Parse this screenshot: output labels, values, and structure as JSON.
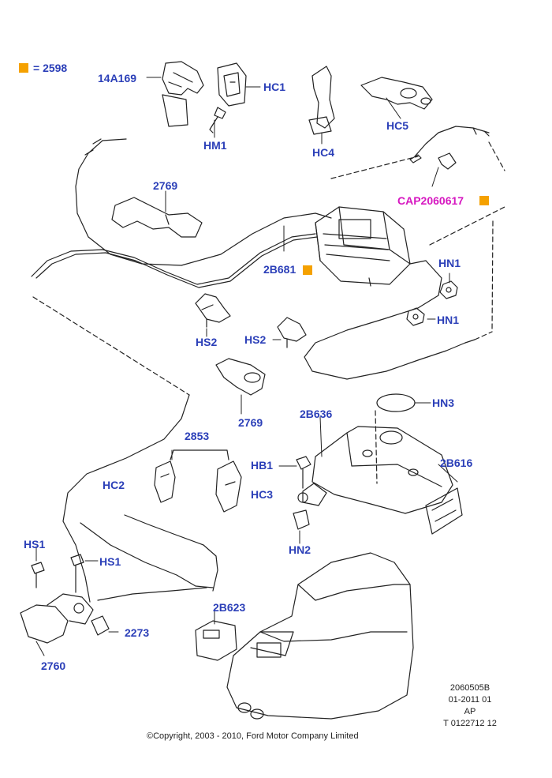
{
  "legend": {
    "marker_color": "#f5a100",
    "text": "= 2598"
  },
  "labels": {
    "l14A169": "14A169",
    "hc1": "HC1",
    "hm1": "HM1",
    "hc4": "HC4",
    "hc5": "HC5",
    "l2769a": "2769",
    "cap": "CAP2060617",
    "l2B681": "2B681",
    "hn1a": "HN1",
    "hn1b": "HN1",
    "hs2a": "HS2",
    "hs2b": "HS2",
    "l2769b": "2769",
    "hn3": "HN3",
    "l2B636": "2B636",
    "l2853": "2853",
    "hc2": "HC2",
    "hc3": "HC3",
    "hb1": "HB1",
    "l2B616": "2B616",
    "hn2": "HN2",
    "hs1a": "HS1",
    "hs1b": "HS1",
    "l2B623": "2B623",
    "l2273": "2273",
    "l2760": "2760"
  },
  "colors": {
    "part_label": "#2b3fb8",
    "special_label": "#d617c0",
    "line": "#222222"
  },
  "meta": {
    "line1": "2060505B",
    "line2": "01-2011 01",
    "line3": "AP",
    "line4": "T 0122712 12"
  },
  "copyright": "©Copyright, 2003 - 2010, Ford Motor Company Limited"
}
